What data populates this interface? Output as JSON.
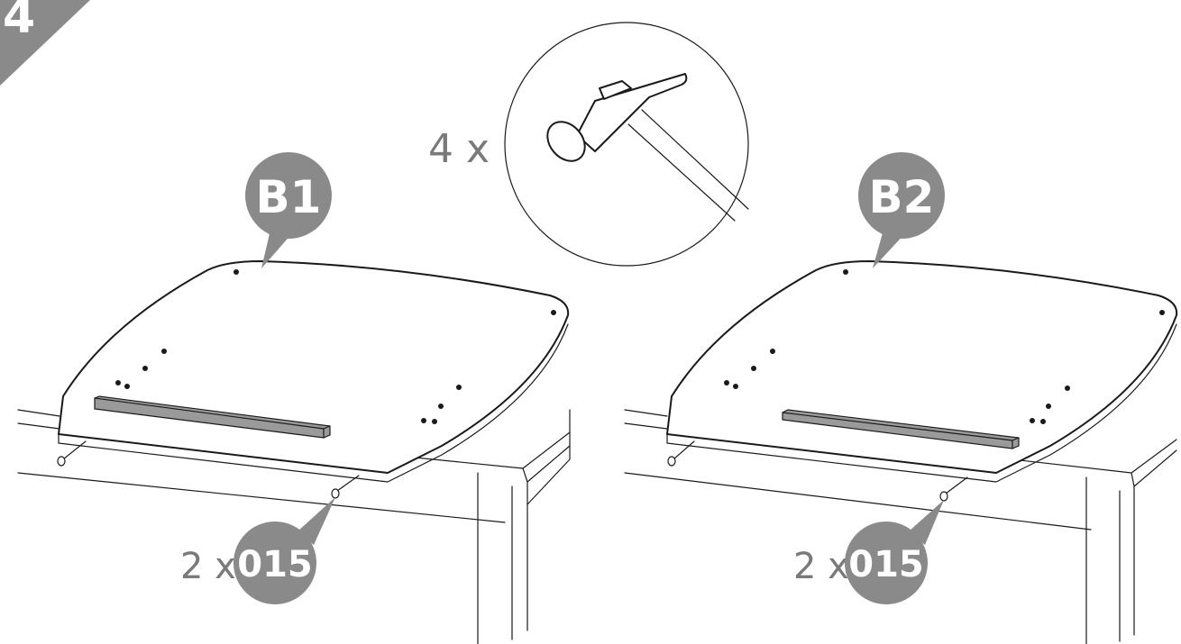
{
  "step": {
    "number": "4"
  },
  "tool": {
    "quantity": "4 x",
    "icon": "hammer-icon"
  },
  "panels": [
    {
      "part_label": "B1",
      "fastener_quantity": "2 x",
      "fastener_code": "015"
    },
    {
      "part_label": "B2",
      "fastener_quantity": "2 x",
      "fastener_code": "015"
    }
  ],
  "colors": {
    "bubble": "#8a8a8a",
    "step_badge": "#8a8a8a",
    "line": "#1a1a1a",
    "bar": "#9a9a9a"
  }
}
